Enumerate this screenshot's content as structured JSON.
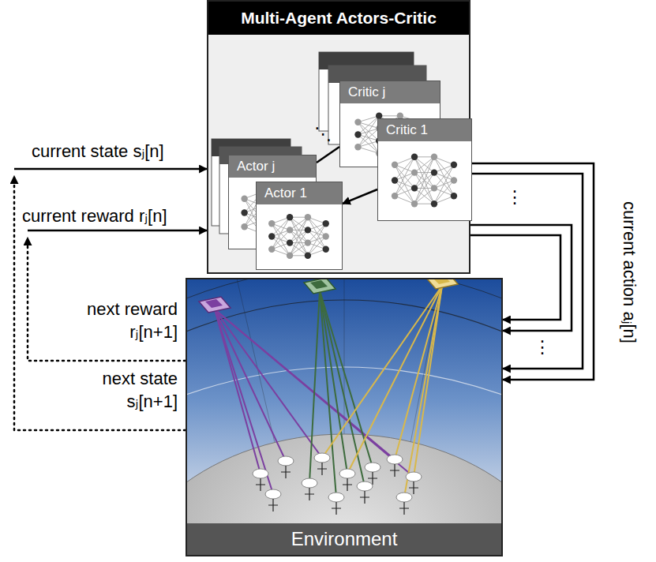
{
  "diagram": {
    "nodes": [
      {
        "text": [
          "Multi-Agent Actors-Critic"
        ]
      },
      {
        "text": [
          "Critic j"
        ],
        "in": 0
      },
      {
        "text": [
          "Critic 1"
        ],
        "in": 0
      },
      {
        "text": [
          "Actor j"
        ],
        "in": 0
      },
      {
        "text": [
          "Actor 1"
        ],
        "in": 0
      },
      {
        "text": [
          "Environment"
        ]
      }
    ],
    "edges": [
      {
        "from": 5,
        "to": 0,
        "arrow": "to",
        "label": "current state sⱼ[n]"
      },
      {
        "from": 5,
        "to": 0,
        "arrow": "to",
        "label": "current reward rⱼ[n]"
      },
      {
        "from": 0,
        "to": 5,
        "arrow": "to"
      },
      {
        "from": 0,
        "to": 5,
        "arrow": "to"
      },
      {
        "from": 0,
        "to": 5,
        "arrow": "to"
      },
      {
        "from": 0,
        "to": 5,
        "arrow": "to"
      },
      {
        "from": 2,
        "to": 4,
        "arrow": "to"
      },
      {
        "from": 1,
        "to": 3,
        "arrow": "none"
      }
    ],
    "labels": [
      "next reward rⱼ[n+1]",
      "next state sⱼ[n+1]",
      "current action aⱼ[n]",
      "⋮",
      "⋮",
      "⋱"
    ]
  }
}
